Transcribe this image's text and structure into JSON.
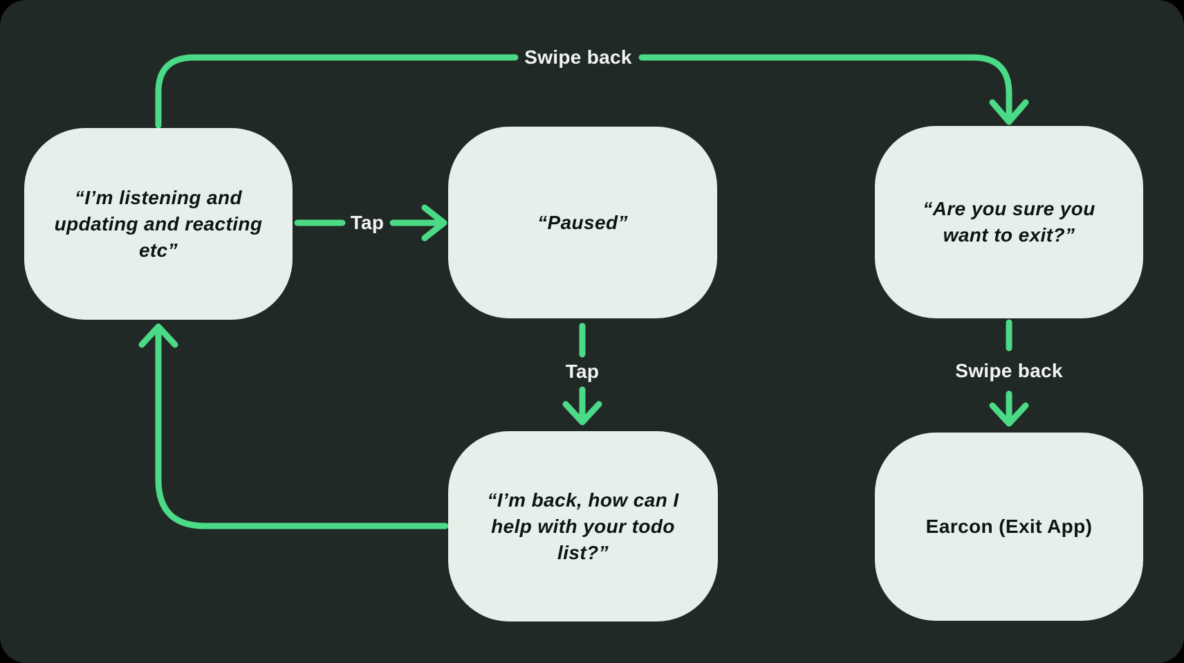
{
  "theme": {
    "page_bg": "#000000",
    "surface_bg": "#212927",
    "node_fill": "#e7efeb",
    "arrow_green": "#4bda86",
    "node_text_color": "#0e1412",
    "label_text_color": "#f1f5f2"
  },
  "nodes": [
    {
      "id": "listening-state",
      "text": "“I’m listening and\nupdating and reacting\netc”"
    },
    {
      "id": "paused-state",
      "text": "“Paused”"
    },
    {
      "id": "exit-confirm-state",
      "text": "“Are you sure you\nwant to exit?”"
    },
    {
      "id": "back-state",
      "text": "“I’m back, how can I\nhelp with your todo\nlist?”"
    },
    {
      "id": "exit-app-state",
      "text": "Earcon (Exit App)"
    }
  ],
  "edge_labels": {
    "swipe_back_top": "Swipe back",
    "tap_right": "Tap",
    "tap_down": "Tap",
    "swipe_back_down": "Swipe back"
  }
}
